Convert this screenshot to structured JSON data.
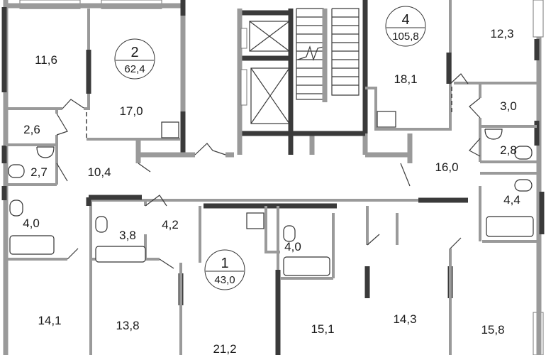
{
  "apartments": [
    {
      "number": "2",
      "total_area": "62,4"
    },
    {
      "number": "4",
      "total_area": "105,8"
    },
    {
      "number": "1",
      "total_area": "43,0"
    }
  ],
  "rooms": {
    "r11_6": "11,6",
    "r17_0": "17,0",
    "r2_6": "2,6",
    "r2_7": "2,7",
    "r10_4": "10,4",
    "r4_0a": "4,0",
    "r3_8": "3,8",
    "r4_2": "4,2",
    "r4_0b": "4,0",
    "r14_1": "14,1",
    "r13_8": "13,8",
    "r21_2": "21,2",
    "r15_1": "15,1",
    "r14_3": "14,3",
    "r15_8": "15,8",
    "r18_1": "18,1",
    "r12_3": "12,3",
    "r3_0": "3,0",
    "r2_8": "2,8",
    "r16_0": "16,0",
    "r4_4": "4,4"
  }
}
